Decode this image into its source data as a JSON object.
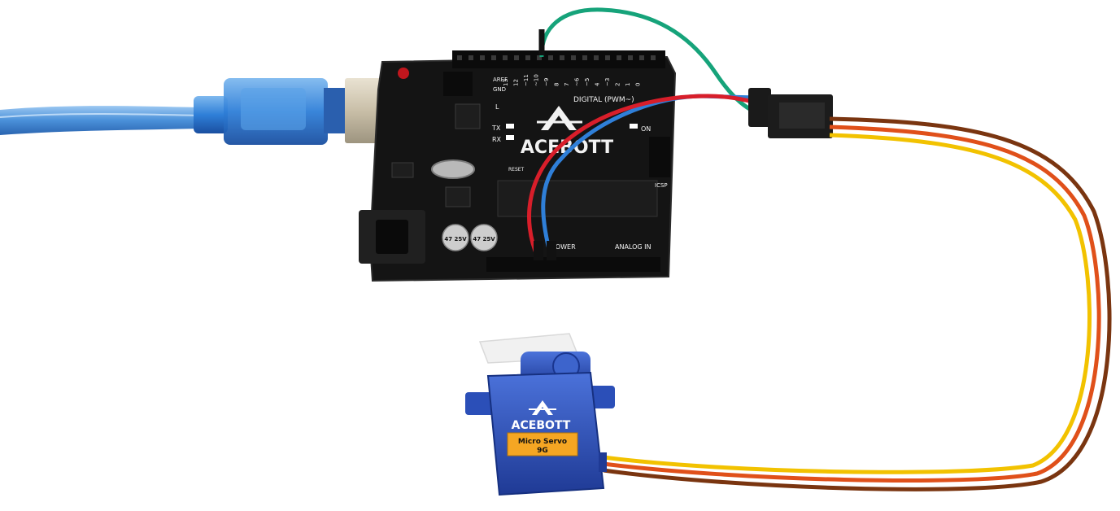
{
  "board": {
    "brand": "ACEBOTT",
    "header_digital": "DIGITAL (PWM~)",
    "label_l": "L",
    "label_tx": "TX",
    "label_rx": "RX",
    "label_on": "ON",
    "label_icsp": "ICSP",
    "label_reset": "RESET",
    "label_power": "POWER",
    "label_analog_in": "ANALOG IN",
    "label_aref": "AREF",
    "label_gnd": "GND",
    "pin_numbers_top": [
      "13",
      "12",
      "~11",
      "~10",
      "~9",
      "8",
      "7",
      "~6",
      "~5",
      "4",
      "~3",
      "2",
      "1",
      "0"
    ],
    "capacitor_label": "47 25V"
  },
  "servo": {
    "brand": "ACEBOTT",
    "label_line1": "Micro Servo",
    "label_line2": "9G"
  },
  "colors": {
    "usb_cable": "#4a90d9",
    "board": "#141414",
    "servo_body": "#2b4fb8",
    "servo_label": "#f5a623",
    "wire_red": "#d81e2a",
    "wire_blue": "#2f7fd8",
    "wire_green": "#16a37a",
    "wire_brown": "#7a3510",
    "wire_yellow": "#f2c200",
    "wire_orange": "#e0501a"
  }
}
